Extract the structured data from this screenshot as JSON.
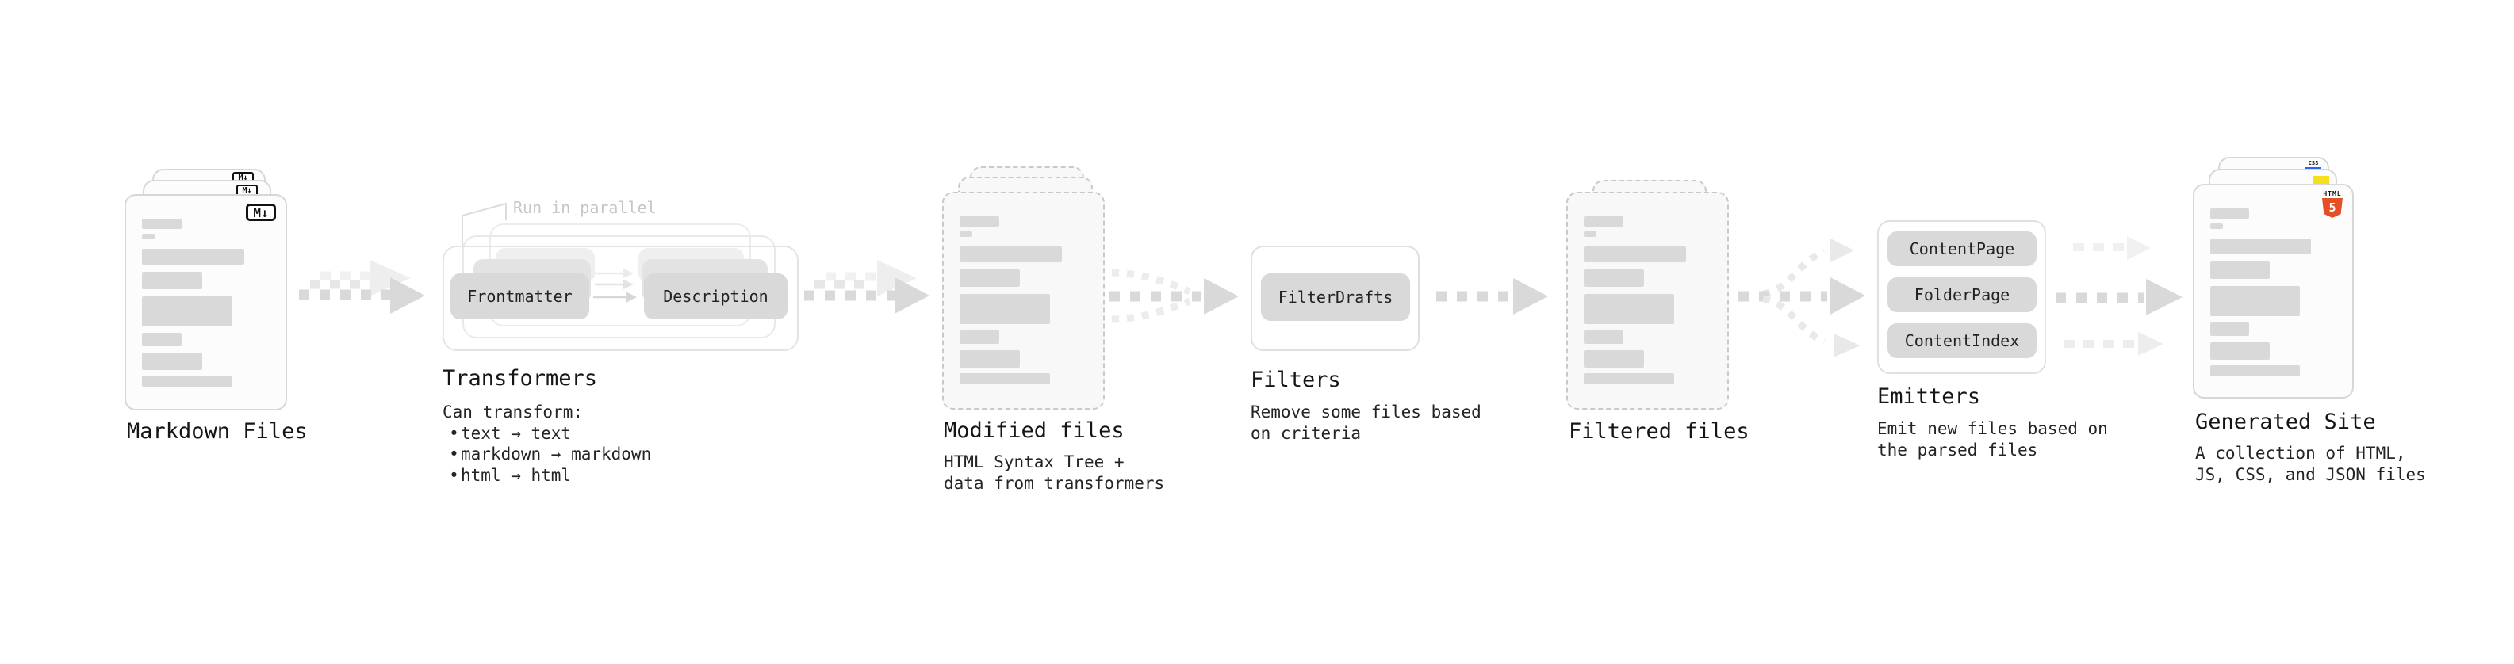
{
  "labels": {
    "bullet_char": "•"
  },
  "stages": {
    "markdown": {
      "title": "Markdown Files",
      "badge": "M↓"
    },
    "transformers": {
      "note": "Run in parallel",
      "pills": [
        "Frontmatter",
        "Description"
      ],
      "title": "Transformers",
      "desc_heading": "Can transform:",
      "bullets": [
        "text → text",
        "markdown → markdown",
        "html → html"
      ]
    },
    "modified": {
      "title": "Modified files",
      "desc_lines": [
        "HTML Syntax Tree +",
        "data from transformers"
      ]
    },
    "filters": {
      "pill": "FilterDrafts",
      "title": "Filters",
      "desc_lines": [
        "Remove some files based",
        "on criteria"
      ]
    },
    "filtered": {
      "title": "Filtered files"
    },
    "emitters": {
      "pills": [
        "ContentPage",
        "FolderPage",
        "ContentIndex"
      ],
      "title": "Emitters",
      "desc_lines": [
        "Emit new files based on",
        "the parsed files"
      ]
    },
    "generated": {
      "title": "Generated Site",
      "desc_lines": [
        "A collection of HTML,",
        "JS, CSS, and JSON files"
      ],
      "badge_html_word": "HTML",
      "badge_html_number": "5",
      "badge_css": "CSS"
    }
  },
  "colors": {
    "html5_orange": "#e34f26",
    "js_yellow": "#f7df1e",
    "css_blue": "#2965f1",
    "placeholder_gray": "#d9d9d9",
    "arrow_gray": "#d9d9d9"
  }
}
